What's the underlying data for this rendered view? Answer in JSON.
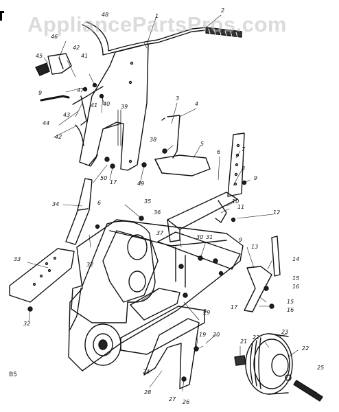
{
  "watermark": "AppliancePartsPros.com",
  "page_code": "B5",
  "callouts": [
    "1",
    "2",
    "3",
    "4",
    "5",
    "6",
    "7",
    "8",
    "9",
    "10",
    "11",
    "12",
    "13",
    "14",
    "15",
    "16",
    "17",
    "19",
    "20",
    "21",
    "22",
    "23",
    "24",
    "25",
    "26",
    "27",
    "28",
    "29",
    "30",
    "31",
    "32",
    "33",
    "34",
    "35",
    "36",
    "37",
    "38",
    "39",
    "40",
    "41",
    "42",
    "43",
    "44",
    "45",
    "46",
    "47",
    "48",
    "49",
    "50"
  ],
  "colors": {
    "ink": "#111111",
    "watermark": "#bebebe",
    "paper": "#ffffff"
  }
}
